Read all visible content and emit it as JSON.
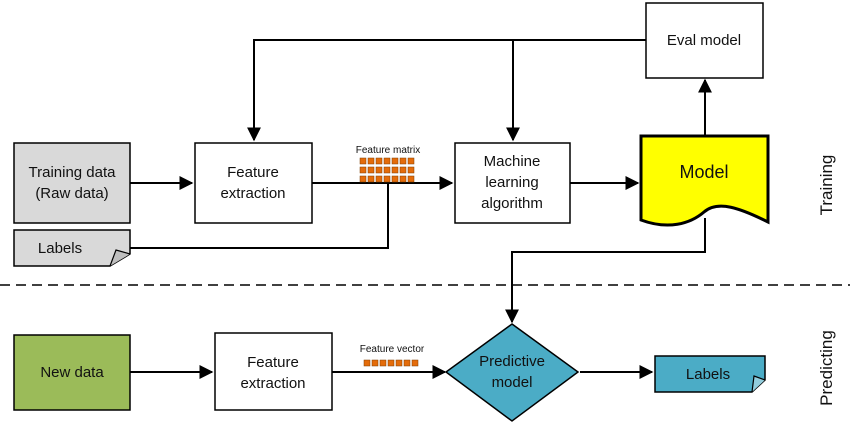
{
  "colors": {
    "input_gray": "#d9d9d9",
    "new_data_green": "#9bbb59",
    "model_yellow": "#ffff00",
    "predict_teal": "#4bacc6",
    "feature_cell_orange": "#e46c0a",
    "line": "#000000"
  },
  "training": {
    "section_label": "Training",
    "training_data": [
      "Training data",
      "(Raw data)"
    ],
    "labels_doc": "Labels",
    "feature_extraction": [
      "Feature",
      "extraction"
    ],
    "feature_matrix_label": "Feature matrix",
    "ml_algorithm": [
      "Machine",
      "learning",
      "algorithm"
    ],
    "model": "Model",
    "eval_model": "Eval model"
  },
  "predicting": {
    "section_label": "Predicting",
    "new_data": "New data",
    "feature_extraction": [
      "Feature",
      "extraction"
    ],
    "feature_vector_label": "Feature vector",
    "predictive_model": [
      "Predictive",
      "model"
    ],
    "labels_out": "Labels"
  }
}
